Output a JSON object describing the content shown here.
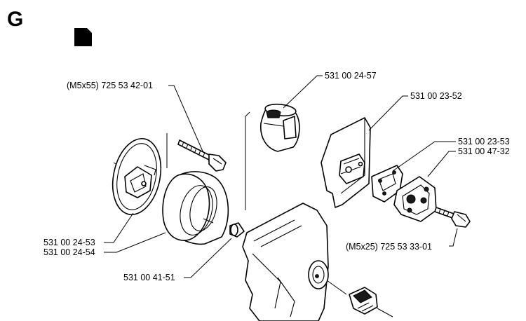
{
  "section": {
    "letter": "G"
  },
  "callouts": [
    {
      "id": "screw-m5x55",
      "text": "(M5x55) 725 53 42-01"
    },
    {
      "id": "cup",
      "text": "531 00 24-57"
    },
    {
      "id": "plate",
      "text": "531 00 23-52"
    },
    {
      "id": "gasket",
      "text": "531 00 23-53"
    },
    {
      "id": "flange",
      "text": "531 00 47-32"
    },
    {
      "id": "screw-m5x25",
      "text": "(M5x25) 725 53 33-01"
    },
    {
      "id": "filter-holder-a",
      "text": "531 00 24-53"
    },
    {
      "id": "filter-holder-b",
      "text": "531 00 24-54"
    },
    {
      "id": "spacer",
      "text": "531 00 41-51"
    }
  ]
}
